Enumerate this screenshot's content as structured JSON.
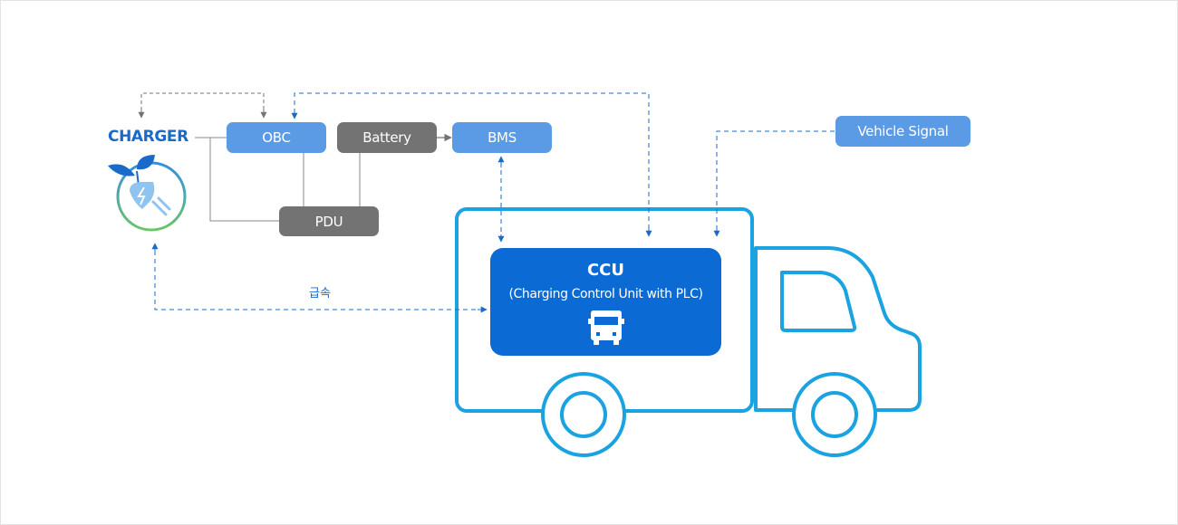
{
  "charger": {
    "label": "CHARGER"
  },
  "blocks": {
    "obc": "OBC",
    "battery": "Battery",
    "bms": "BMS",
    "pdu": "PDU",
    "vehicle_signal": "Vehicle Signal"
  },
  "ccu": {
    "title": "CCU",
    "subtitle": "(Charging Control Unit with PLC)"
  },
  "link_label": "급속",
  "icons": {
    "charger": "leaf-plug-icon",
    "ccu": "bus-icon",
    "vehicle": "truck-outline"
  },
  "colors": {
    "light_blue": "#5b9be6",
    "gray": "#737373",
    "ccu_blue": "#0b6ad4",
    "truck_outline": "#1aa3e0",
    "label_blue": "#1a6ac9"
  }
}
